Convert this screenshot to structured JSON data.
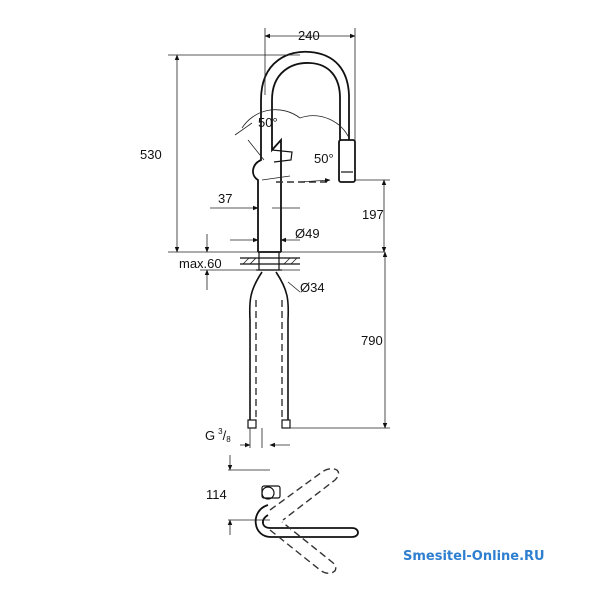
{
  "drawing": {
    "dimensions": {
      "width_240": "240",
      "height_530": "530",
      "angle_left": "50°",
      "angle_right": "50°",
      "offset_37": "37",
      "height_197": "197",
      "diameter_49": "Ø49",
      "max_60": "max.60",
      "diameter_34": "Ø34",
      "length_790": "790",
      "thread_g": "G",
      "thread_num": "3",
      "thread_den": "8",
      "swing_114": "114"
    },
    "watermark": "Smesitel-Online.RU"
  }
}
